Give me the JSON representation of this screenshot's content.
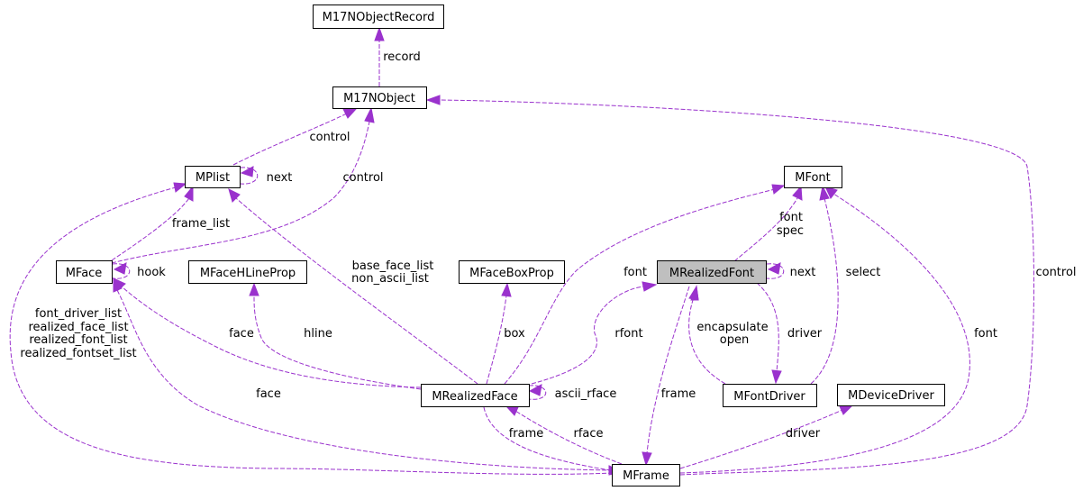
{
  "nodes": {
    "m17nobjectrecord": "M17NObjectRecord",
    "m17nobject": "M17NObject",
    "mplist": "MPlist",
    "mfont": "MFont",
    "mface": "MFace",
    "mfacehlineprop": "MFaceHLineProp",
    "mfaceboxprop": "MFaceBoxProp",
    "mrealizedfont": "MRealizedFont",
    "mrealizedface": "MRealizedFace",
    "mfontdriver": "MFontDriver",
    "mdevicedriver": "MDeviceDriver",
    "mframe": "MFrame"
  },
  "edge_labels": {
    "record": "record",
    "control_plist": "control",
    "control_face": "control",
    "next_plist": "next",
    "frame_list": "frame_list",
    "hook": "hook",
    "base_face_list": "base_face_list",
    "non_ascii_list": "non_ascii_list",
    "font_spec_font": "font",
    "font_spec_spec": "spec",
    "next_rfont": "next",
    "font_rface": "font",
    "select": "select",
    "control_frame": "control",
    "font_frame_lines": [
      "font_driver_list",
      "realized_face_list",
      "realized_font_list",
      "realized_fontset_list"
    ],
    "face_rface": "face",
    "hline": "hline",
    "box": "box",
    "rfont": "rfont",
    "encapsulate": "encapsulate",
    "open": "open",
    "driver_fontdriver": "driver",
    "font_frame": "font",
    "face_frame": "face",
    "ascii_rface": "ascii_rface",
    "frame_rfont": "frame",
    "frame_rface": "frame",
    "rface": "rface",
    "driver_device": "driver"
  }
}
